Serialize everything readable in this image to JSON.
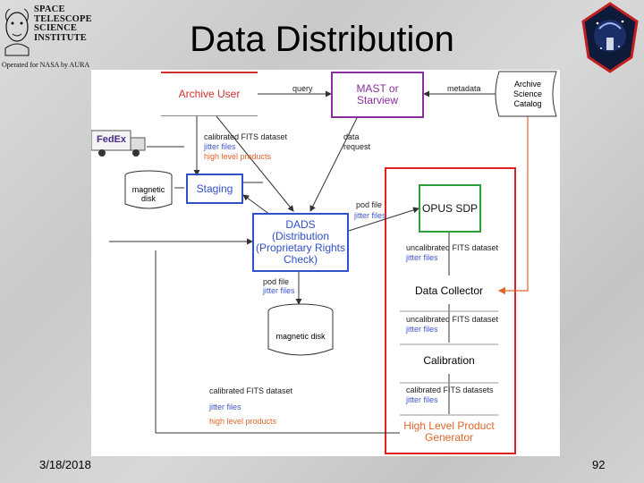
{
  "slide": {
    "title": "Data Distribution",
    "date": "3/18/2018",
    "page": "92"
  },
  "logos": {
    "stsci_lines": [
      "SPACE",
      "TELESCOPE",
      "SCIENCE",
      "INSTITUTE"
    ],
    "stsci_sub": "Operated for NASA by AURA",
    "fedex": "FedEx"
  },
  "diagram": {
    "archive_user": "Archive User",
    "mast": [
      "MAST or",
      "Starview"
    ],
    "catalog": [
      "Archive",
      "Science",
      "Catalog"
    ],
    "staging": "Staging",
    "magnetic_disk_small": [
      "magnetic",
      "disk"
    ],
    "dads": [
      "DADS",
      "(Distribution",
      "(Proprietary Rights",
      "Check)"
    ],
    "opus": "OPUS SDP",
    "data_collector": "Data Collector",
    "calibration": "Calibration",
    "hlp": [
      "High Level Product",
      "Generator"
    ],
    "magnetic_disk_big": "magnetic disk",
    "labels": {
      "query": "query",
      "metadata": "metadata",
      "cal_fits": "calibrated FITS dataset",
      "jitter": "jitter files",
      "hlp_products": "high level products",
      "data_request": [
        "data",
        "request"
      ],
      "pod_file": "pod file",
      "uncal_fits": "uncalibrated FITS dataset",
      "cal_fits_2": "calibrated FITS dataset",
      "cal_fits_datasets": "calibrated FITS datasets"
    }
  },
  "colors": {
    "purple": "#8a2e9e",
    "blue": "#3050c8",
    "green": "#2e9e3a",
    "red": "#e02020",
    "orange": "#e0662a",
    "archive_user_red": "#d03030"
  }
}
